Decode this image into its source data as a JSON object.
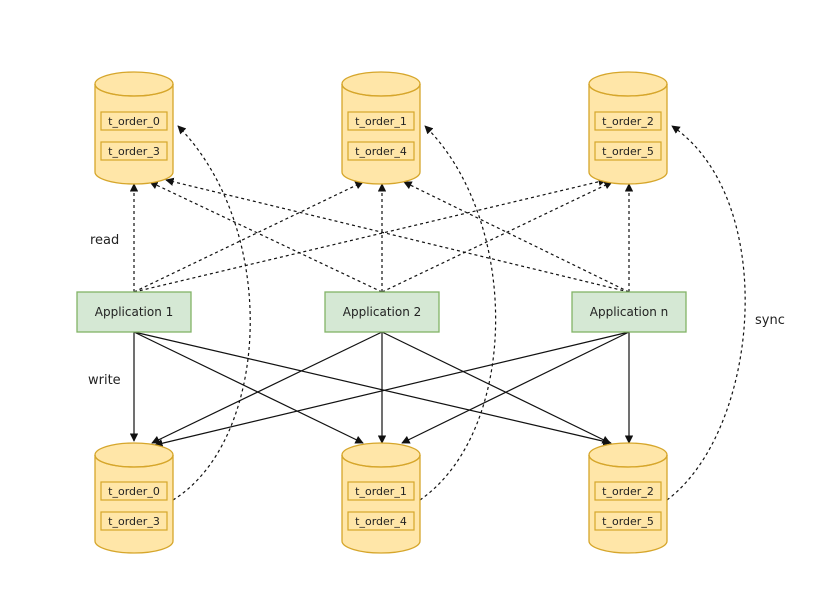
{
  "colors": {
    "db_fill": "#FFE6A8",
    "db_stroke": "#D6A62B",
    "app_fill": "#D5E8D4",
    "app_stroke": "#82B366",
    "edge": "#111111"
  },
  "labels": {
    "read": "read",
    "write": "write",
    "sync": "sync"
  },
  "applications": [
    {
      "label": "Application 1"
    },
    {
      "label": "Application 2"
    },
    {
      "label": "Application n"
    }
  ],
  "read_dbs": [
    {
      "tables": [
        "t_order_0",
        "t_order_3"
      ]
    },
    {
      "tables": [
        "t_order_1",
        "t_order_4"
      ]
    },
    {
      "tables": [
        "t_order_2",
        "t_order_5"
      ]
    }
  ],
  "write_dbs": [
    {
      "tables": [
        "t_order_0",
        "t_order_3"
      ]
    },
    {
      "tables": [
        "t_order_1",
        "t_order_4"
      ]
    },
    {
      "tables": [
        "t_order_2",
        "t_order_5"
      ]
    }
  ]
}
